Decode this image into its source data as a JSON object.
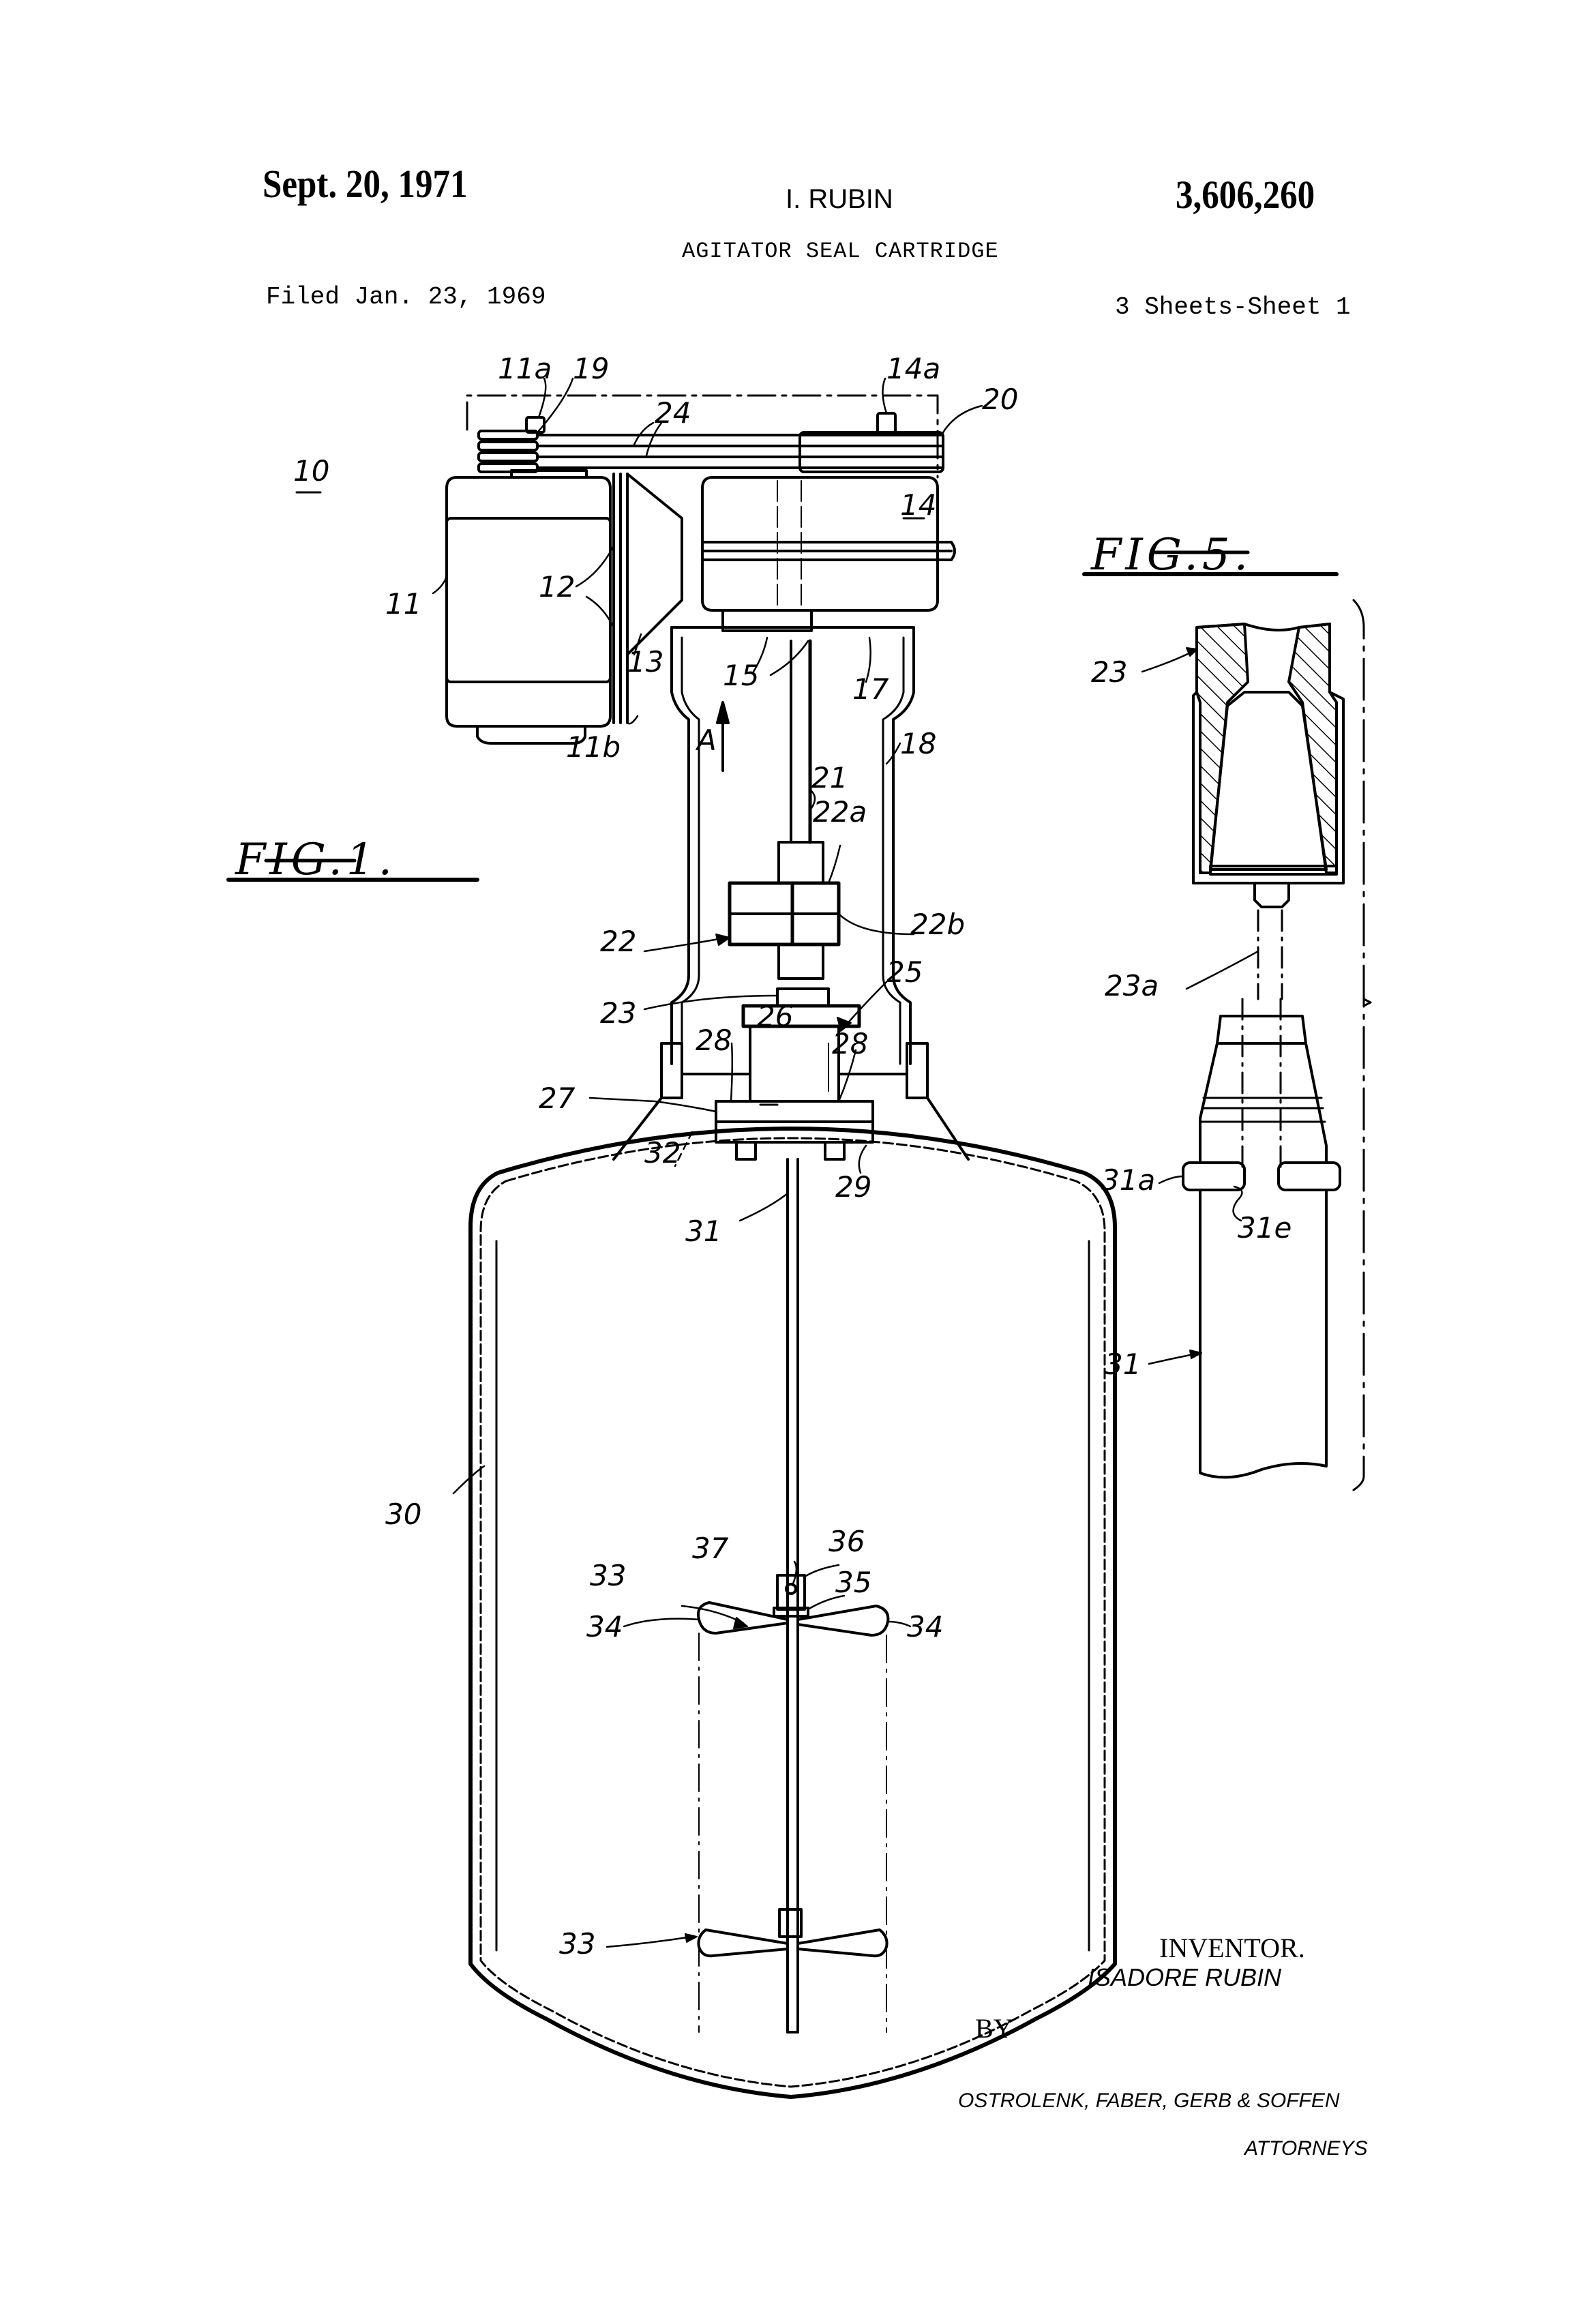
{
  "header": {
    "date": "Sept. 20, 1971",
    "inventor": "I. RUBIN",
    "patent_number": "3,606,260",
    "title": "AGITATOR SEAL CARTRIDGE",
    "filed": "Filed Jan. 23, 1969",
    "sheets": "3 Sheets-Sheet 1"
  },
  "figures": {
    "fig1": {
      "caption": "FIG.1.",
      "assembly_ref": "10"
    },
    "fig5": {
      "caption": "FIG.5."
    }
  },
  "labels": {
    "l11a": "11a",
    "l19": "19",
    "l24": "24",
    "l14a": "14a",
    "l20": "20",
    "l14": "14",
    "l11": "11",
    "l12": "12",
    "l13": "13",
    "l11b": "11b",
    "l15": "15",
    "l17": "17",
    "l18": "18",
    "lA": "A",
    "l21": "21",
    "l22a": "22a",
    "l22": "22",
    "l22b": "22b",
    "l23": "23",
    "l25": "25",
    "l26": "26",
    "l28a": "28",
    "l28b": "28",
    "l27": "27",
    "l32": "32",
    "l29": "29",
    "l31": "31",
    "l30": "30",
    "l37": "37",
    "l36": "36",
    "l35": "35",
    "l33a": "33",
    "l34a": "34",
    "l34b": "34",
    "l33b": "33",
    "f5_23": "23",
    "f5_23a": "23a",
    "f5_31a": "31a",
    "f5_31e": "31e",
    "f5_31": "31"
  },
  "signature": {
    "inventor_heading": "INVENTOR.",
    "inventor_name": "ISADORE RUBIN",
    "by": "BY",
    "attorneys_firm": "OSTROLENK, FABER, GERB & SOFFEN",
    "attorneys_label": "ATTORNEYS"
  }
}
